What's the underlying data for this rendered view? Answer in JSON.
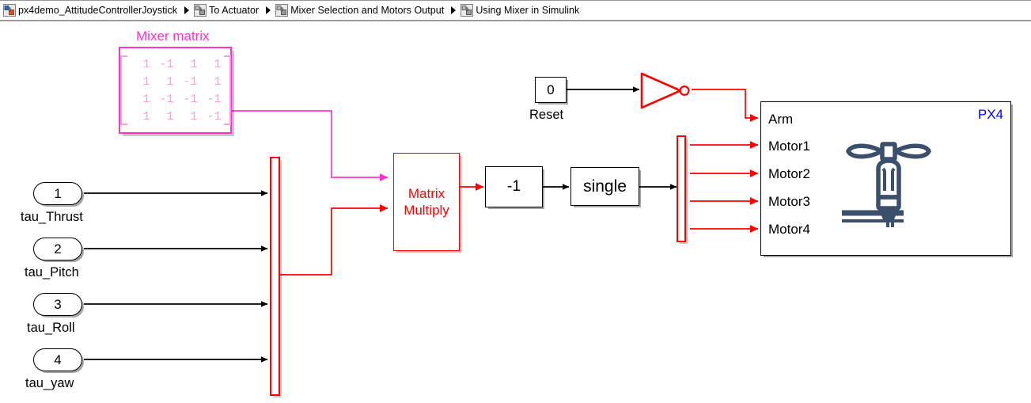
{
  "breadcrumb": {
    "icon_name": "subsystem-icon",
    "separator_name": "chevron-right-icon",
    "items": [
      {
        "label": "px4demo_AttitudeControllerJoystick",
        "active": true
      },
      {
        "label": "To Actuator",
        "active": false
      },
      {
        "label": "Mixer Selection and Motors Output",
        "active": false
      },
      {
        "label": "Using Mixer in Simulink",
        "active": false
      }
    ]
  },
  "colors": {
    "signal_red": "#ff0000",
    "signal_magenta": "#ff33cc",
    "matrix_text": "#ff99dd",
    "px4_label": "#0000ff",
    "motor_icon": "#3a4f६b",
    "black": "#000000"
  },
  "diagram": {
    "mixer": {
      "title": "Mixer matrix",
      "matrix": [
        [
          "1",
          "-1",
          "1",
          "1"
        ],
        [
          "1",
          "1",
          "-1",
          "1"
        ],
        [
          "1",
          "-1",
          "-1",
          "-1"
        ],
        [
          "1",
          "1",
          "1",
          "-1"
        ]
      ]
    },
    "inports": [
      {
        "number": "1",
        "label": "tau_Thrust"
      },
      {
        "number": "2",
        "label": "tau_Pitch"
      },
      {
        "number": "3",
        "label": "tau_Roll"
      },
      {
        "number": "4",
        "label": "tau_yaw"
      }
    ],
    "matrix_multiply": {
      "line1": "Matrix",
      "line2": "Multiply"
    },
    "gain": {
      "value": "-1"
    },
    "data_type_convert": {
      "value": "single"
    },
    "reset_constant": {
      "value": "0",
      "label": "Reset"
    },
    "not_gate": {
      "name": "logical-not-gate"
    },
    "mux": {
      "name": "mux-block"
    },
    "demux": {
      "name": "demux-block"
    },
    "px4": {
      "name": "PX4",
      "ports": [
        "Arm",
        "Motor1",
        "Motor2",
        "Motor3",
        "Motor4"
      ],
      "icon_name": "motor-propeller-icon"
    }
  }
}
